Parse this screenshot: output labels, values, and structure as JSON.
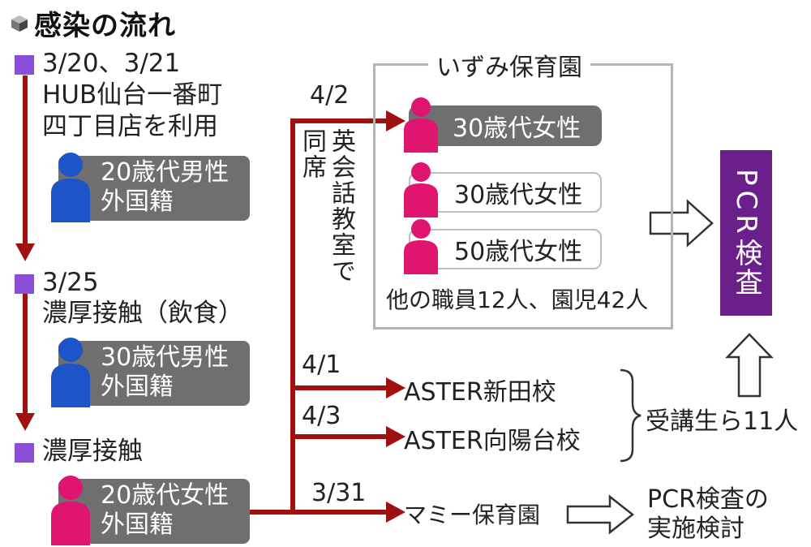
{
  "title": "感染の流れ",
  "colors": {
    "red": "#a01010",
    "purple": "#6a1f8a",
    "marker": "#8a4fd8",
    "gray": "#6f6f6f",
    "blue": "#1d55c8",
    "pink": "#e0156f"
  },
  "chain": {
    "step1": {
      "date": "3/20、3/21",
      "line1": "HUB仙台一番町",
      "line2": "四丁目店を利用",
      "person1": "20歳代男性",
      "person2": "外国籍"
    },
    "step2": {
      "date": "3/25",
      "line1": "濃厚接触（飲食）",
      "person1": "30歳代男性",
      "person2": "外国籍"
    },
    "step3": {
      "line1": "濃厚接触",
      "person1": "20歳代女性",
      "person2": "外国籍"
    }
  },
  "branches": {
    "izumi_date": "4/2",
    "vertical_note": "英会話教室で",
    "vertical_note2": "同席",
    "aster1_date": "4/1",
    "aster1": "ASTER新田校",
    "aster2_date": "4/3",
    "aster2": "ASTER向陽台校",
    "mami_date": "3/31",
    "mami": "マミー保育園"
  },
  "izumi": {
    "label": "いずみ保育園",
    "p1": "30歳代女性",
    "p2": "30歳代女性",
    "p3": "50歳代女性",
    "others": "他の職員12人、園児42人"
  },
  "pcr": {
    "line1": "PCR",
    "line2": "検査"
  },
  "students": "受講生ら11人",
  "mami_result": {
    "line1": "PCR検査の",
    "line2": "実施検討"
  }
}
